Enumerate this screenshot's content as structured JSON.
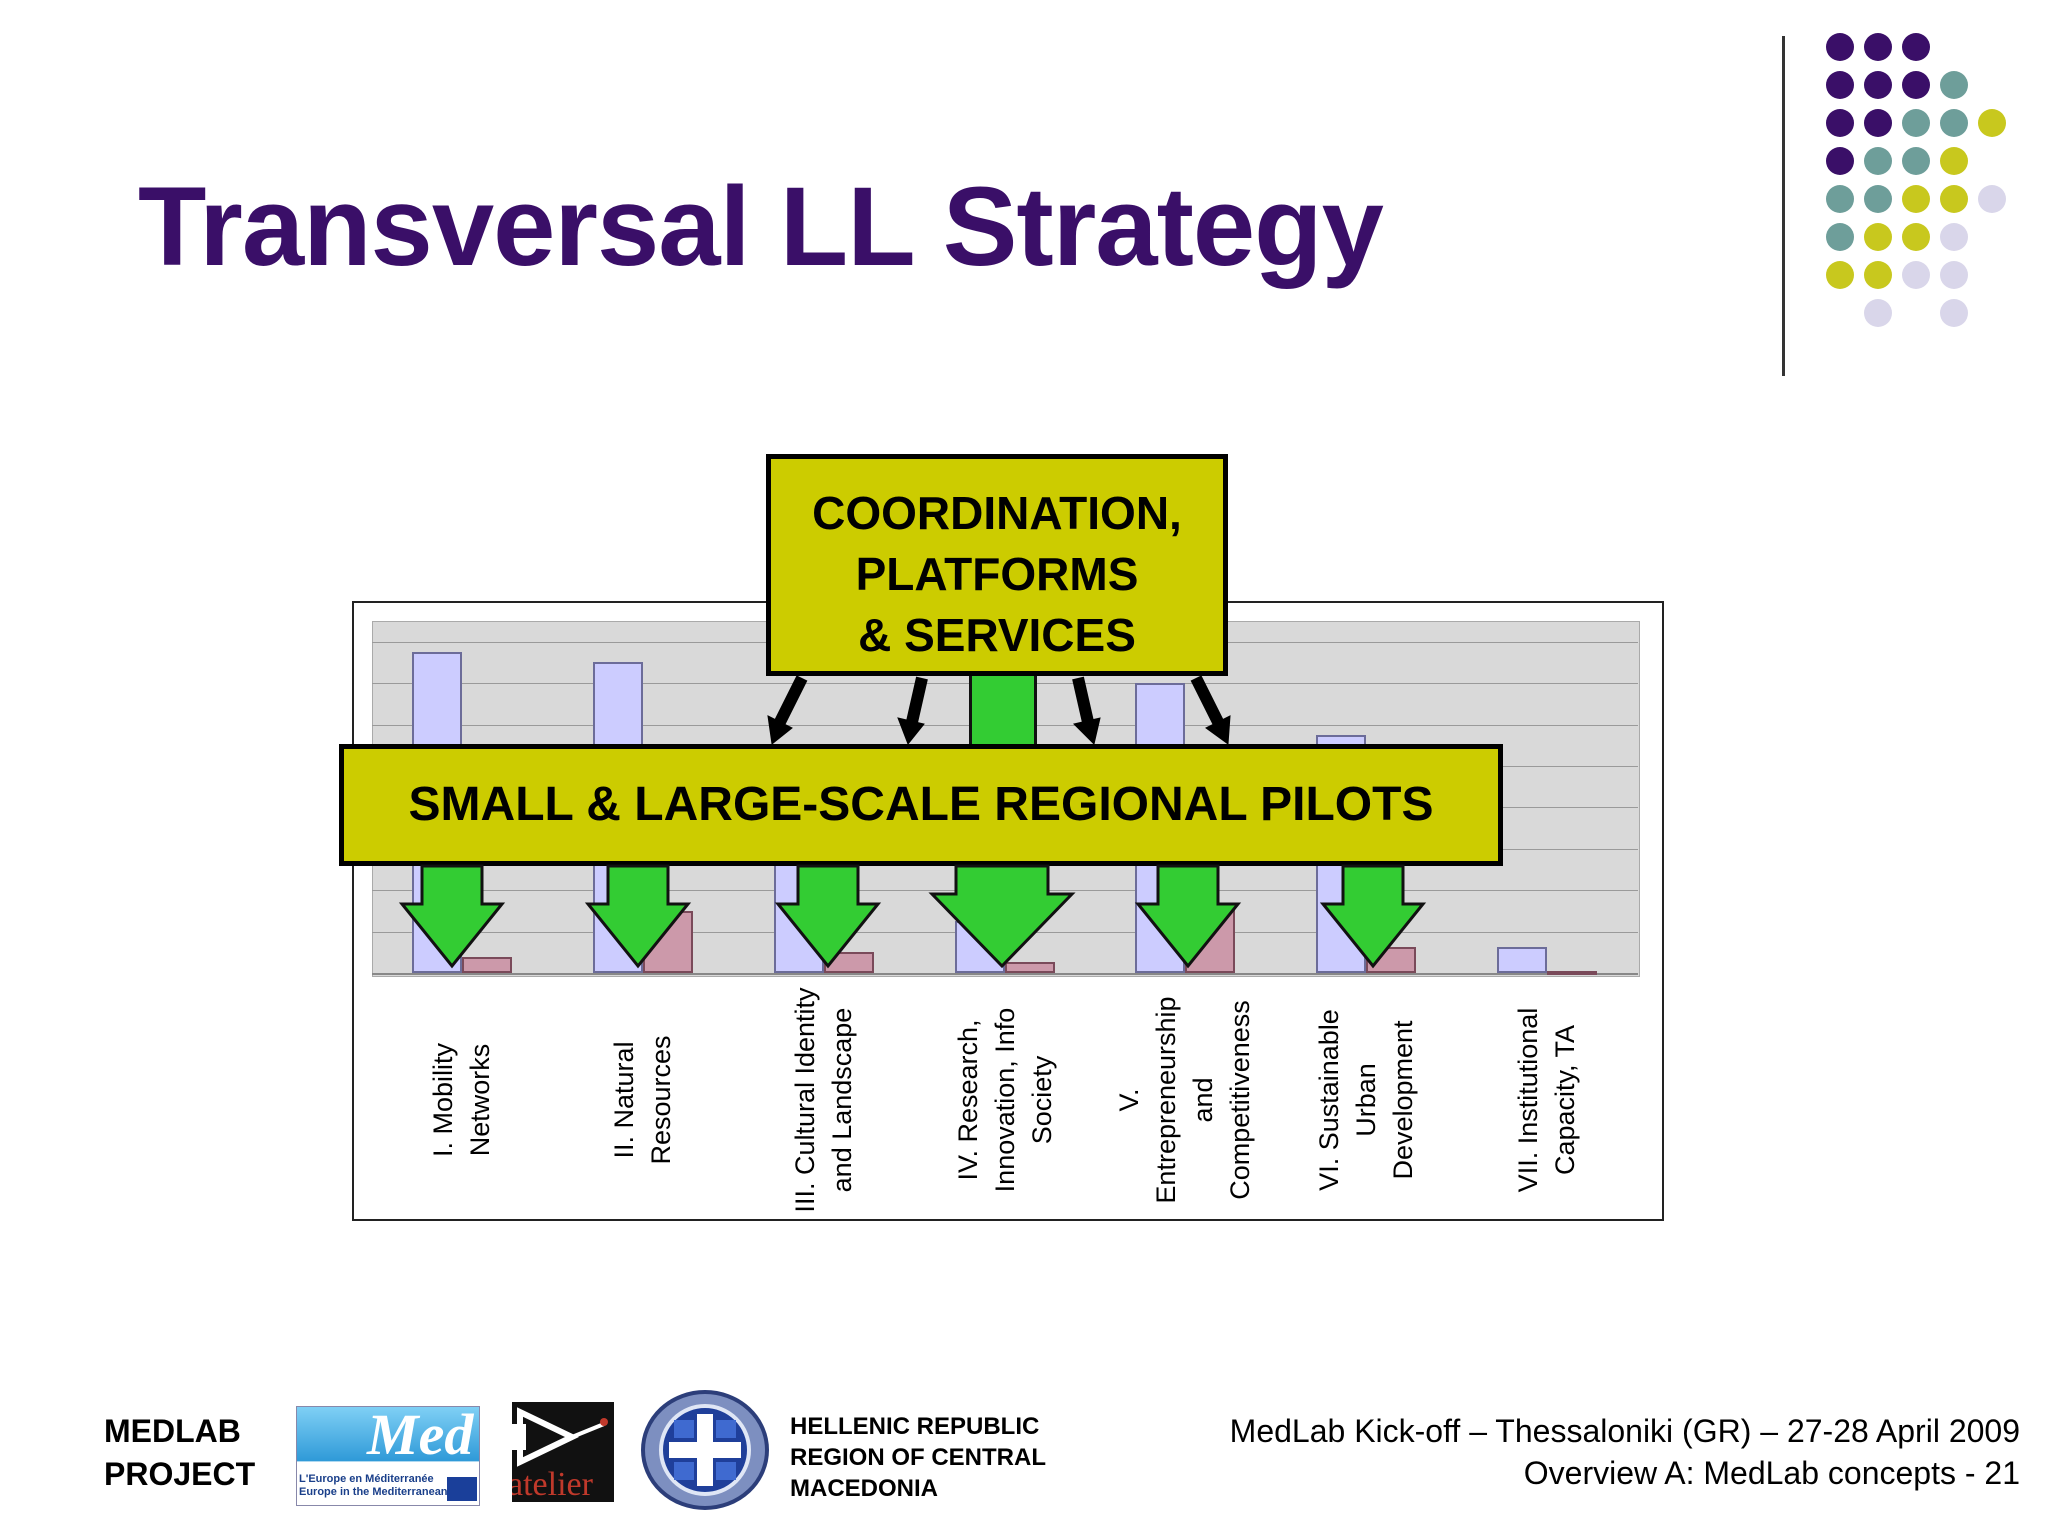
{
  "slide": {
    "title": "Transversal LL Strategy"
  },
  "diagram": {
    "top_box_lines": [
      "COORDINATION,",
      "PLATFORMS",
      "& SERVICES"
    ],
    "middle_box_label": "SMALL & LARGE-SCALE REGIONAL PILOTS",
    "colors": {
      "box_fill": "#cccc00",
      "arrow_green": "#33cc33",
      "title_purple": "#3a0f68",
      "series_a": "#ccccff",
      "series_b": "#cc99aa"
    }
  },
  "chart_data": {
    "type": "bar",
    "categories": [
      "I. Mobility Networks",
      "II. Natural Resources",
      "III. Cultural Identity and Landscape",
      "IV. Research, Innovation, Info Society",
      "V. Entrepreneurship and Competitiveness",
      "VI. Sustainable Urban Development",
      "VII. Institutional Capacity, TA"
    ],
    "series": [
      {
        "values": [
          31,
          30,
          14,
          5,
          28,
          23,
          2.5
        ]
      },
      {
        "values": [
          1.5,
          6,
          2,
          1.1,
          6.3,
          2.5,
          0.2
        ]
      }
    ],
    "ylim": [
      0,
      34
    ],
    "grid": true
  },
  "footer": {
    "project_line1": "MEDLAB",
    "project_line2": "PROJECT",
    "greece_lines": [
      "HELLENIC REPUBLIC",
      "REGION OF CENTRAL",
      "MACEDONIA"
    ],
    "event_line": "MedLab Kick-off – Thessaloniki (GR) – 27-28 April 2009",
    "page_line": "Overview A: MedLab concepts - 21",
    "logo_med_word": "Med",
    "logo_med_sub1": "L'Europe en Méditerranée",
    "logo_med_sub2": "Europe in the Mediterranean",
    "logo_atelier_word": "atelier"
  }
}
